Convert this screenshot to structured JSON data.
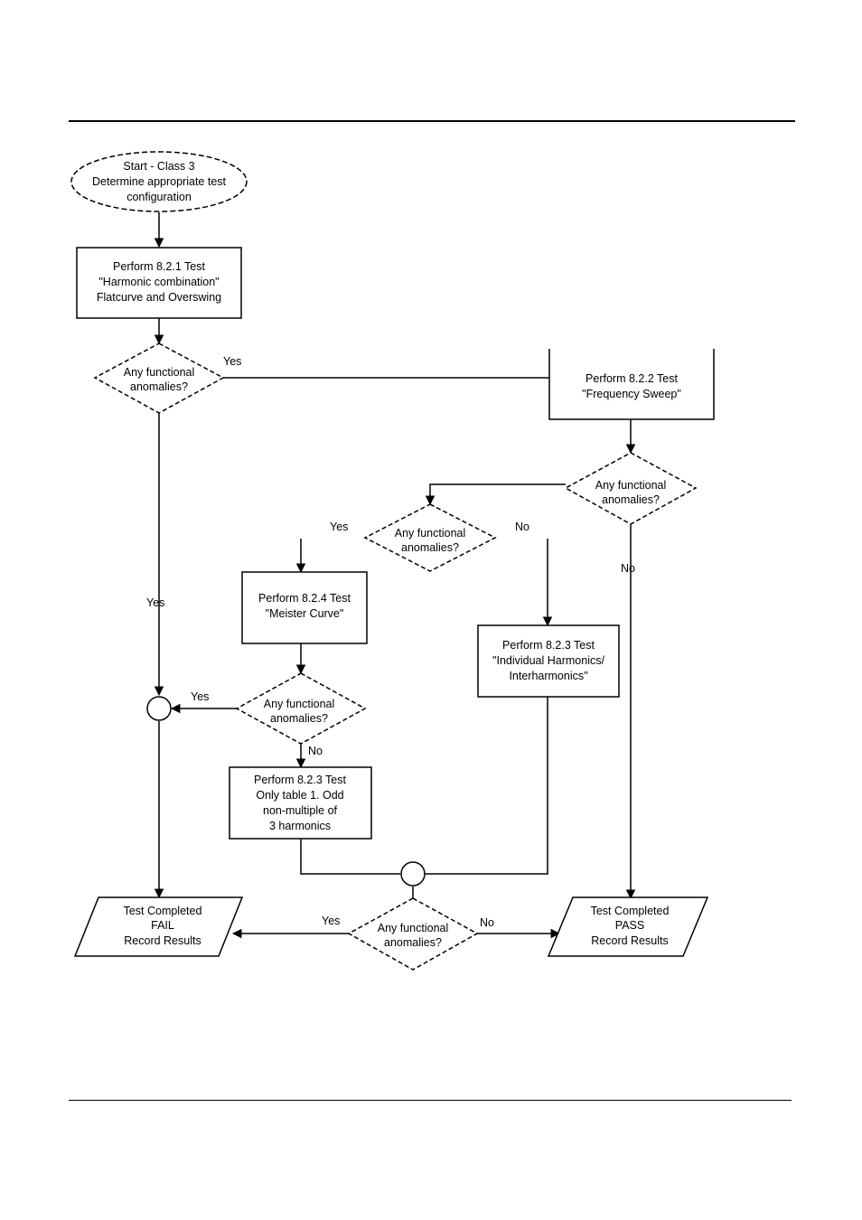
{
  "start": {
    "lines": [
      "Start - Class 3",
      "Determine appropriate test",
      "configuration"
    ]
  },
  "box_821": {
    "lines": [
      "Perform 8.2.1 Test",
      "\"Harmonic combination\"",
      "Flatcurve and Overswing"
    ]
  },
  "box_822": {
    "lines": [
      "Perform 8.2.2 Test",
      "\"Frequency Sweep\""
    ]
  },
  "box_824": {
    "lines": [
      "Perform 8.2.4 Test",
      "\"Meister Curve\""
    ]
  },
  "box_823": {
    "lines": [
      "Perform 8.2.3 Test",
      "\"Individual Harmonics/",
      "Interharmonics\""
    ]
  },
  "box_823_odd": {
    "lines": [
      "Perform 8.2.3 Test",
      "Only table 1. Odd",
      "non-multiple of",
      "3 harmonics"
    ]
  },
  "decision": {
    "lines": [
      "Any functional",
      "anomalies?"
    ]
  },
  "fail_result": {
    "lines": [
      "Test Completed",
      "FAIL",
      "Record Results"
    ]
  },
  "pass_result": {
    "lines": [
      "Test Completed",
      "PASS",
      "Record Results"
    ]
  },
  "labels": {
    "yes": "Yes",
    "no": "No"
  }
}
